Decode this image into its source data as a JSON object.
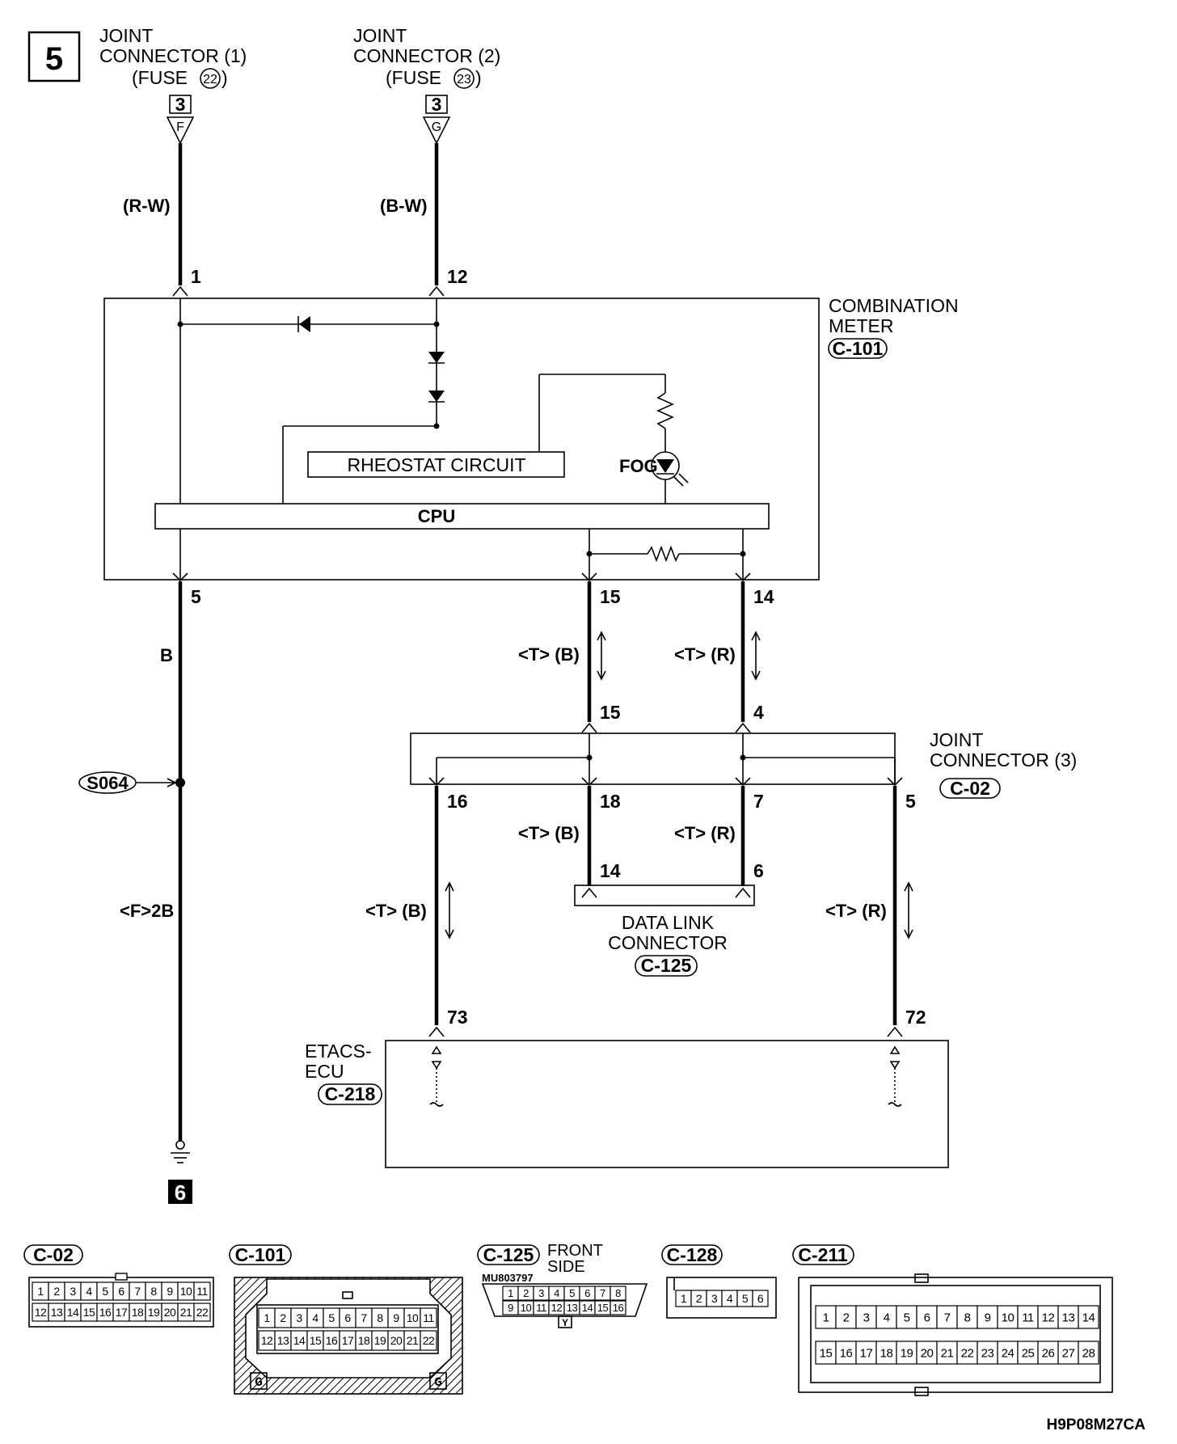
{
  "page_number": "5",
  "drawing_code": "H9P08M27CA",
  "top_connectors": [
    {
      "line1": "JOINT",
      "line2": "CONNECTOR (1)",
      "fuse_prefix": "(FUSE",
      "fuse_no": "22",
      "fuse_suffix": ")",
      "box_no": "3",
      "flag": "F",
      "wire_color": "(R-W)",
      "meter_pin": "1"
    },
    {
      "line1": "JOINT",
      "line2": "CONNECTOR (2)",
      "fuse_prefix": "(FUSE",
      "fuse_no": "23",
      "fuse_suffix": ")",
      "box_no": "3",
      "flag": "G",
      "wire_color": "(B-W)",
      "meter_pin": "12"
    }
  ],
  "combination_meter": {
    "line1": "COMBINATION",
    "line2": "METER",
    "code": "C-101",
    "rheostat": "RHEOSTAT CIRCUIT",
    "cpu": "CPU",
    "fog": "FOG",
    "pins": {
      "ground": "5",
      "can_low": "15",
      "can_high": "14"
    }
  },
  "ground_wire": {
    "color": "B",
    "splice": "S064",
    "color_lower": "<F>2B",
    "ground_no": "6"
  },
  "bus_upper": {
    "left": {
      "label": "<T> (B)",
      "top_pin": "15",
      "bottom_pin": "15"
    },
    "right": {
      "label": "<T> (R)",
      "top_pin": "14",
      "bottom_pin": "4"
    }
  },
  "joint_connector_3": {
    "line1": "JOINT",
    "line2": "CONNECTOR (3)",
    "code": "C-02",
    "pins": [
      "16",
      "18",
      "7",
      "5"
    ]
  },
  "bus_mid": {
    "left_label": "<T> (B)",
    "right_label": "<T> (R)"
  },
  "data_link": {
    "line1": "DATA LINK",
    "line2": "CONNECTOR",
    "code": "C-125",
    "pins": [
      "14",
      "6"
    ]
  },
  "bus_lower": {
    "left_label": "<T> (B)",
    "right_label": "<T> (R)"
  },
  "etacs": {
    "line1": "ETACS-",
    "line2": "ECU",
    "code": "C-218",
    "pins": [
      "73",
      "72"
    ]
  },
  "connector_views": [
    {
      "code": "C-02",
      "row1": [
        "1",
        "2",
        "3",
        "4",
        "5",
        "6",
        "7",
        "8",
        "9",
        "10",
        "11"
      ],
      "row2": [
        "12",
        "13",
        "14",
        "15",
        "16",
        "17",
        "18",
        "19",
        "20",
        "21",
        "22"
      ]
    },
    {
      "code": "C-101",
      "row1": [
        "1",
        "2",
        "3",
        "4",
        "5",
        "6",
        "7",
        "8",
        "9",
        "10",
        "11"
      ],
      "row2": [
        "12",
        "13",
        "14",
        "15",
        "16",
        "17",
        "18",
        "19",
        "20",
        "21",
        "22"
      ],
      "corner": "G"
    },
    {
      "code": "C-125",
      "side1": "FRONT",
      "side2": "SIDE",
      "part": "MU803797",
      "row1": [
        "1",
        "2",
        "3",
        "4",
        "5",
        "6",
        "7",
        "8"
      ],
      "row2": [
        "9",
        "10",
        "11",
        "12",
        "13",
        "14",
        "15",
        "16"
      ],
      "key": "Y"
    },
    {
      "code": "C-128",
      "row1": [
        "1",
        "2",
        "3",
        "4",
        "5",
        "6"
      ]
    },
    {
      "code": "C-211",
      "row1": [
        "1",
        "2",
        "3",
        "4",
        "5",
        "6",
        "7",
        "8",
        "9",
        "10",
        "11",
        "12",
        "13",
        "14"
      ],
      "row2": [
        "15",
        "16",
        "17",
        "18",
        "19",
        "20",
        "21",
        "22",
        "23",
        "24",
        "25",
        "26",
        "27",
        "28"
      ]
    }
  ]
}
